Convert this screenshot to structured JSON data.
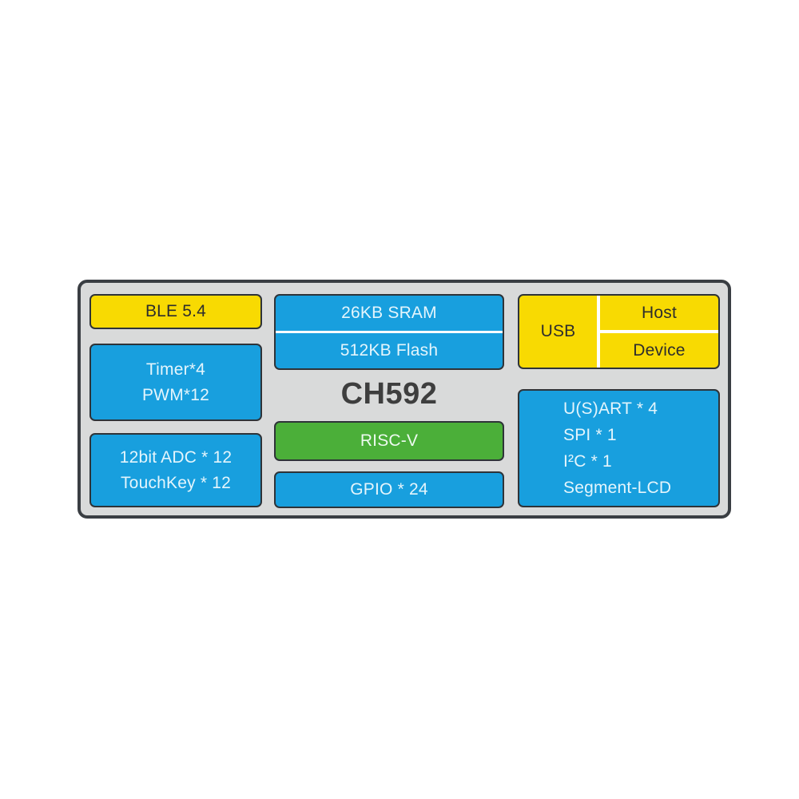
{
  "diagram": {
    "title": "CH592",
    "blocks": {
      "ble": {
        "label": "BLE 5.4"
      },
      "timer": {
        "lines": [
          "Timer*4",
          "PWM*12"
        ]
      },
      "adc": {
        "lines": [
          "12bit ADC * 12",
          "TouchKey * 12"
        ]
      },
      "memory": {
        "sram": "26KB SRAM",
        "flash": "512KB Flash"
      },
      "core": {
        "label": "RISC-V"
      },
      "gpio": {
        "label": "GPIO * 24"
      },
      "usb": {
        "label": "USB",
        "host": "Host",
        "device": "Device"
      },
      "peripherals": {
        "lines": [
          "U(S)ART * 4",
          "SPI * 1",
          "I²C * 1",
          "Segment-LCD"
        ]
      }
    },
    "colors": {
      "yellow": "#F8DA02",
      "blue": "#189FDE",
      "green": "#4BAF39",
      "board_background": "#D9DADA",
      "border": "#2E3338",
      "light_text": "#E4F5FC",
      "dark_text": "#2D2D2D",
      "title_text": "#3E3E3E"
    }
  }
}
